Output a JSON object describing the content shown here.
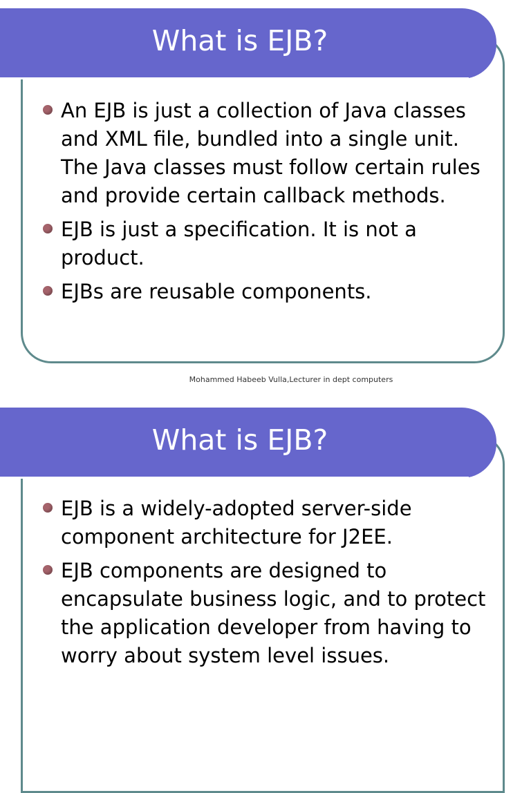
{
  "slides": [
    {
      "title": "What is EJB?",
      "bullets": [
        "An EJB is just a collection of Java classes and XML file, bundled into a single unit. The Java classes must follow certain rules and provide certain callback methods.",
        "EJB is just a specification. It is not a product.",
        "EJBs are reusable components."
      ]
    },
    {
      "title": "What is EJB?",
      "bullets": [
        "EJB is a widely-adopted server-side component architecture for J2EE.",
        "EJB components are designed to encapsulate business logic, and to protect the application developer from having to worry about system level issues."
      ]
    }
  ],
  "footer": "Mohammed Habeeb Vulla,Lecturer in dept computers",
  "colors": {
    "title_bar": "#6666cc",
    "frame_border": "#5e8a8c",
    "bullet": "#a5636b"
  }
}
